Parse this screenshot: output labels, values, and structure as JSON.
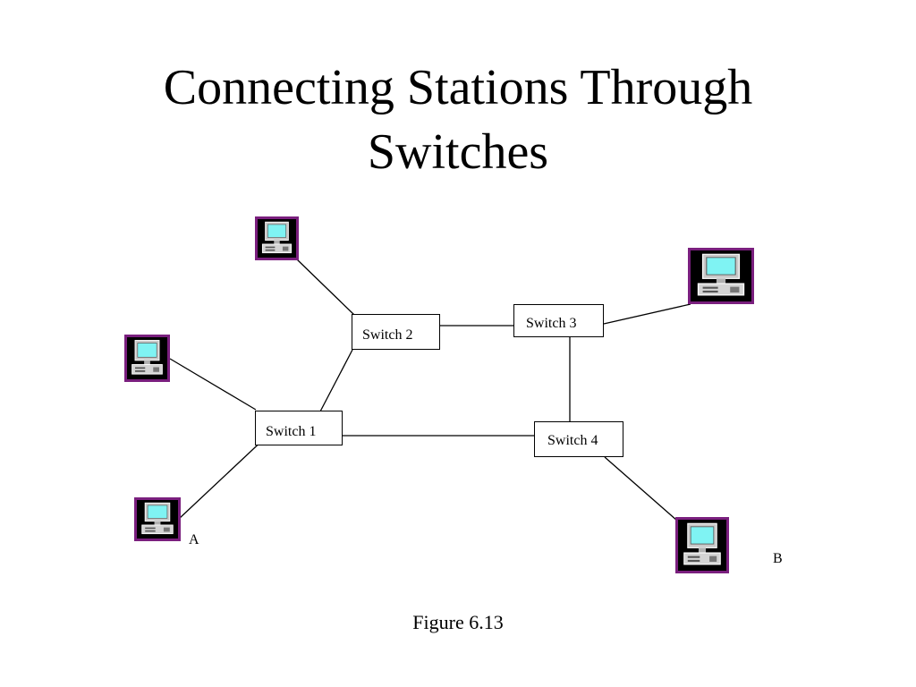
{
  "slide": {
    "title_line1": "Connecting Stations Through",
    "title_line2": "Switches",
    "caption": "Figure 6.13"
  },
  "switches": {
    "s1": "Switch 1",
    "s2": "Switch 2",
    "s3": "Switch 3",
    "s4": "Switch 4"
  },
  "stations": {
    "a_label": "A",
    "b_label": "B",
    "icon": "computer-icon",
    "frame_color": "#7a1f7e",
    "screen_color": "#7ff3f3"
  },
  "links": [
    [
      "station-top",
      "switch-2"
    ],
    [
      "switch-2",
      "switch-3"
    ],
    [
      "switch-3",
      "station-right-top"
    ],
    [
      "switch-2",
      "switch-1"
    ],
    [
      "station-left",
      "switch-1"
    ],
    [
      "station-a",
      "switch-1"
    ],
    [
      "switch-1",
      "switch-4"
    ],
    [
      "switch-3",
      "switch-4"
    ],
    [
      "switch-4",
      "station-b"
    ]
  ]
}
